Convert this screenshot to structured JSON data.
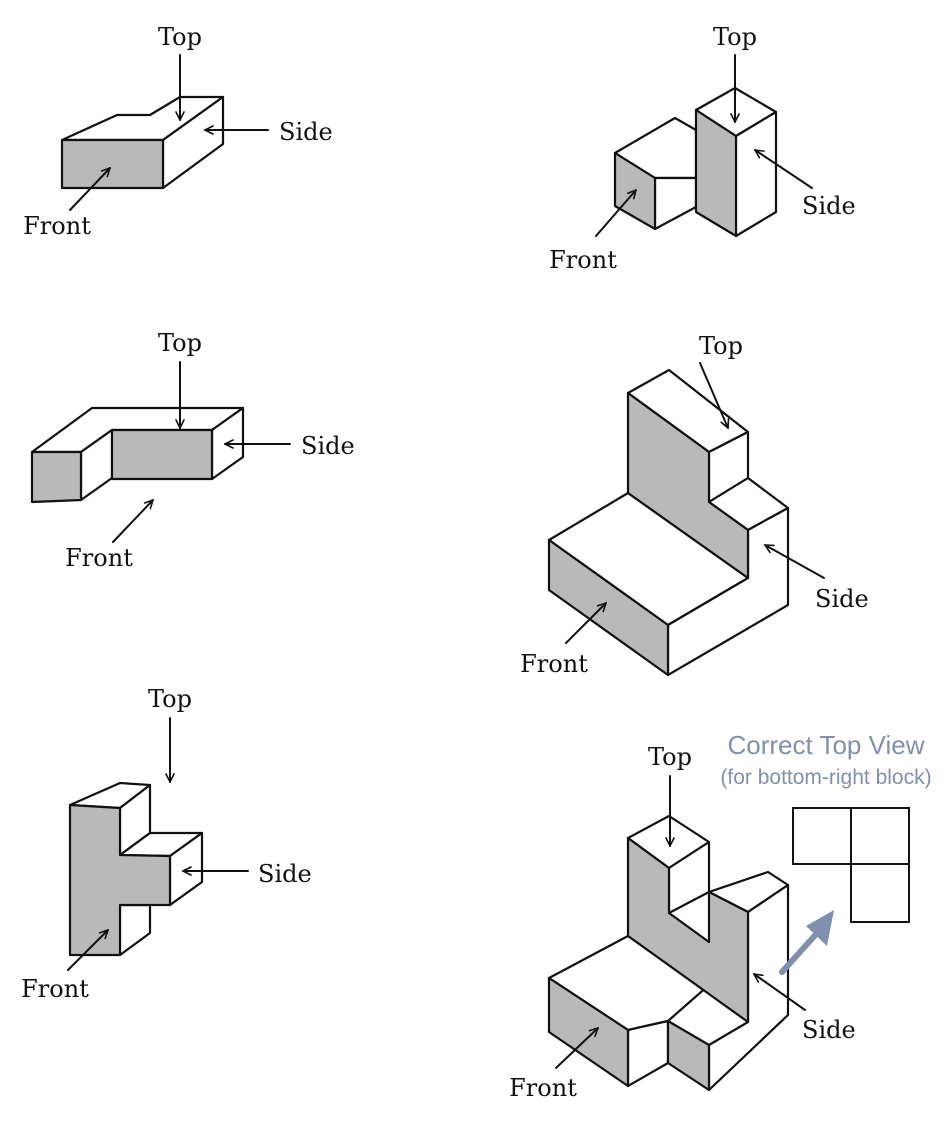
{
  "colors": {
    "shade": "#b9b9b9",
    "face": "#ffffff",
    "ink": "#111111",
    "hint": "#8090ad"
  },
  "labels": {
    "top": "Top",
    "side": "Side",
    "front": "Front"
  },
  "hint": {
    "title": "Correct Top View",
    "subtitle": "(for bottom-right block)"
  },
  "icons": {
    "hint_arrow": "arrow-up-right-icon"
  }
}
